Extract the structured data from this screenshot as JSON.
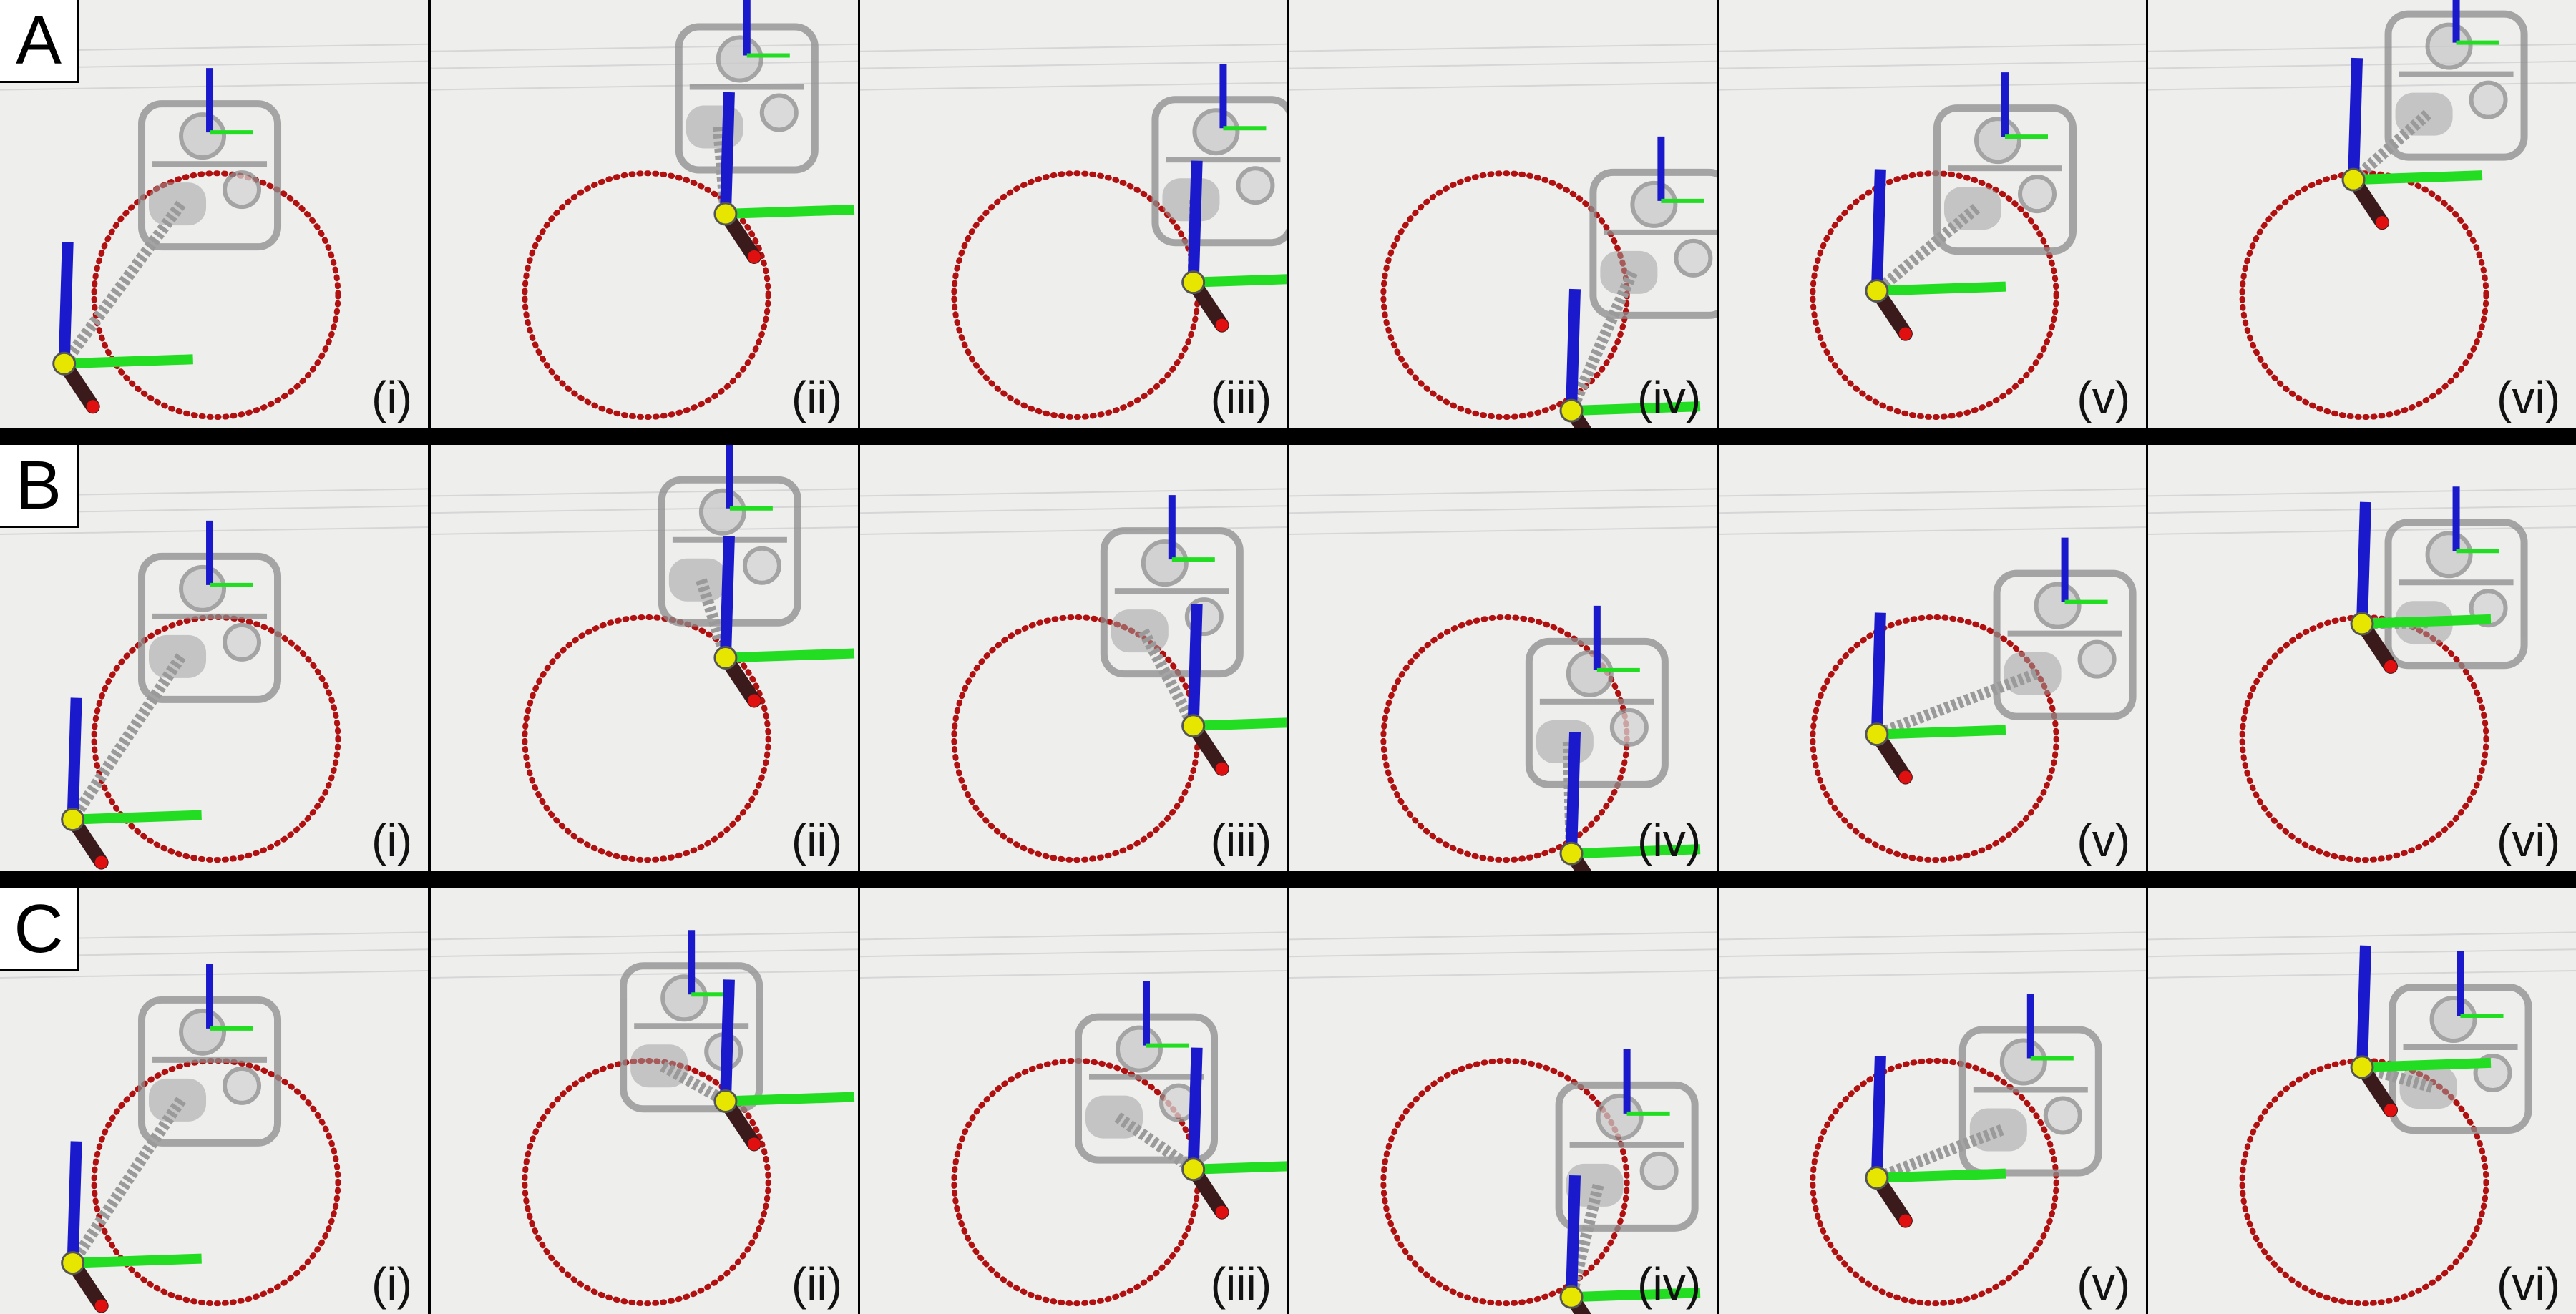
{
  "figure": {
    "rows": [
      {
        "letter": "A",
        "panels": [
          "(i)",
          "(ii)",
          "(iii)",
          "(iv)",
          "(v)",
          "(vi)"
        ]
      },
      {
        "letter": "B",
        "panels": [
          "(i)",
          "(ii)",
          "(iii)",
          "(iv)",
          "(v)",
          "(vi)"
        ]
      },
      {
        "letter": "C",
        "panels": [
          "(i)",
          "(ii)",
          "(iii)",
          "(iv)",
          "(v)",
          "(vi)"
        ]
      }
    ]
  },
  "colors": {
    "background": "#eeeeed",
    "separator": "#000000",
    "trajectory": "#b01010",
    "axis_z": "#1a1acc",
    "axis_y": "#22dd22",
    "axis_x": "#e01010",
    "end_effector": "#e6e600",
    "robot_frame": "#8c8c8c",
    "arm_link": "#3a1a1a"
  }
}
